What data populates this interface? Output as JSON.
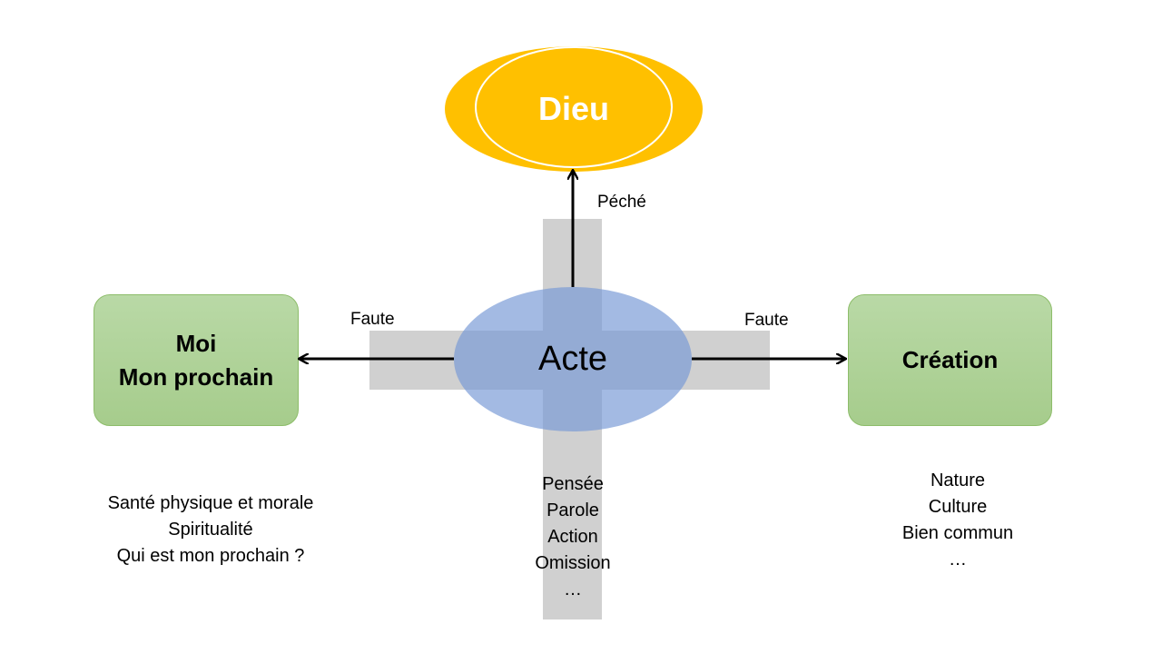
{
  "diagram": {
    "top": {
      "label": "Dieu",
      "color": "#FFC000",
      "outline": "#FFFFFF"
    },
    "center": {
      "label": "Acte",
      "color": "#7899D6",
      "items": [
        "Pensée",
        "Parole",
        "Action",
        "Omission",
        "…"
      ]
    },
    "left": {
      "lines": [
        "Moi",
        "Mon prochain"
      ],
      "color": "#A9D18E",
      "items": [
        "Santé physique et morale",
        "Spiritualité",
        "Qui est mon prochain ?"
      ]
    },
    "right": {
      "lines": [
        "Création"
      ],
      "color": "#A9D18E",
      "items": [
        "Nature",
        "Culture",
        "Bien commun",
        "…"
      ]
    },
    "edges": {
      "up": "Péché",
      "left": "Faute",
      "right": "Faute"
    },
    "cross_color": "#D0D0D0"
  }
}
